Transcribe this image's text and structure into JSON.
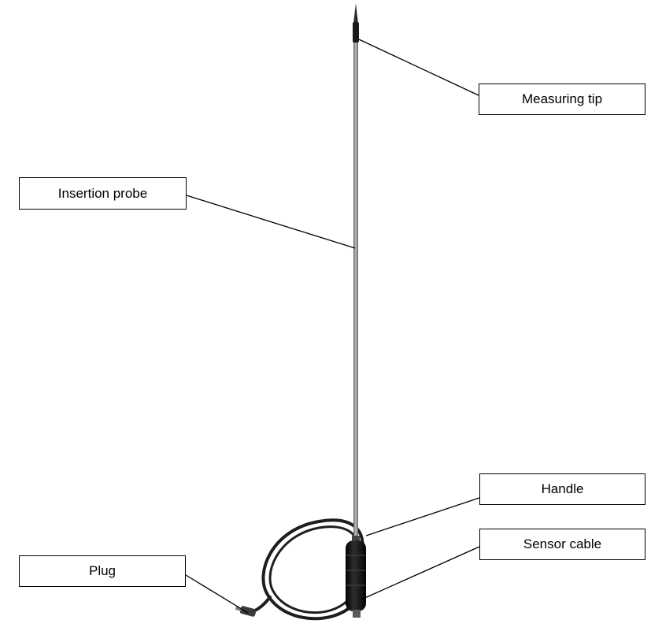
{
  "labels": {
    "measuring_tip": "Measuring tip",
    "insertion_probe": "Insertion probe",
    "handle": "Handle",
    "sensor_cable": "Sensor cable",
    "plug": "Plug"
  },
  "colors": {
    "line": "#000000",
    "rod": "#8a8a8a",
    "handle": "#111111",
    "cable": "#222222"
  }
}
